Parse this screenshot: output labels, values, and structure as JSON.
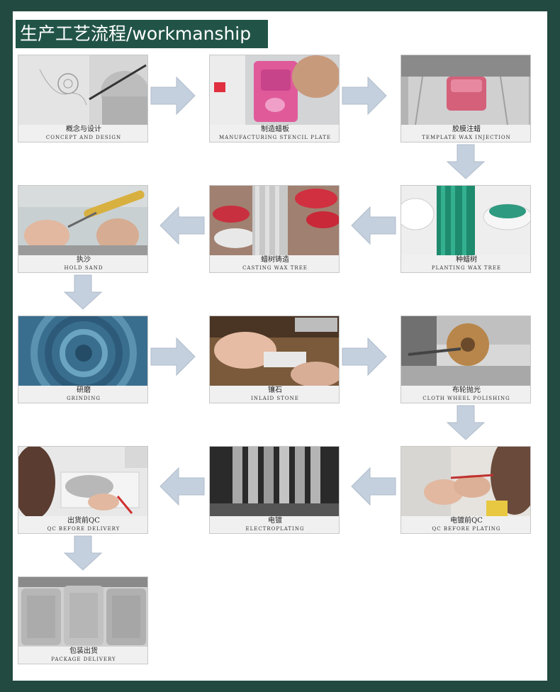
{
  "header": {
    "title": "生产工艺流程/workmanship"
  },
  "steps": [
    {
      "cn": "概念与设计",
      "en": "CONCEPT AND DESIGN"
    },
    {
      "cn": "制造蜡板",
      "en": "MANUFACTURING STENCIL PLATE"
    },
    {
      "cn": "胶膜注蜡",
      "en": "TEMPLATE WAX INJECTION"
    },
    {
      "cn": "种蜡树",
      "en": "PLANTING WAX TREE"
    },
    {
      "cn": "蜡树铸造",
      "en": "CASTING WAX TREE"
    },
    {
      "cn": "执沙",
      "en": "HOLD SAND"
    },
    {
      "cn": "研磨",
      "en": "GRINDING"
    },
    {
      "cn": "镶石",
      "en": "INLAID STONE"
    },
    {
      "cn": "布轮抛光",
      "en": "CLOTH WHEEL POLISHING"
    },
    {
      "cn": "电镀前QC",
      "en": "QC BEFORE PLATING"
    },
    {
      "cn": "电镀",
      "en": "ELECTROPLATING"
    },
    {
      "cn": "出货前QC",
      "en": "QC BEFORE DELIVERY"
    },
    {
      "cn": "包装出货",
      "en": "PACKAGE DELIVERY"
    }
  ],
  "colors": {
    "frame": "#224a40",
    "banner": "#215447",
    "arrow_fill": "#c4d0de",
    "arrow_stroke": "#b0bccb"
  }
}
